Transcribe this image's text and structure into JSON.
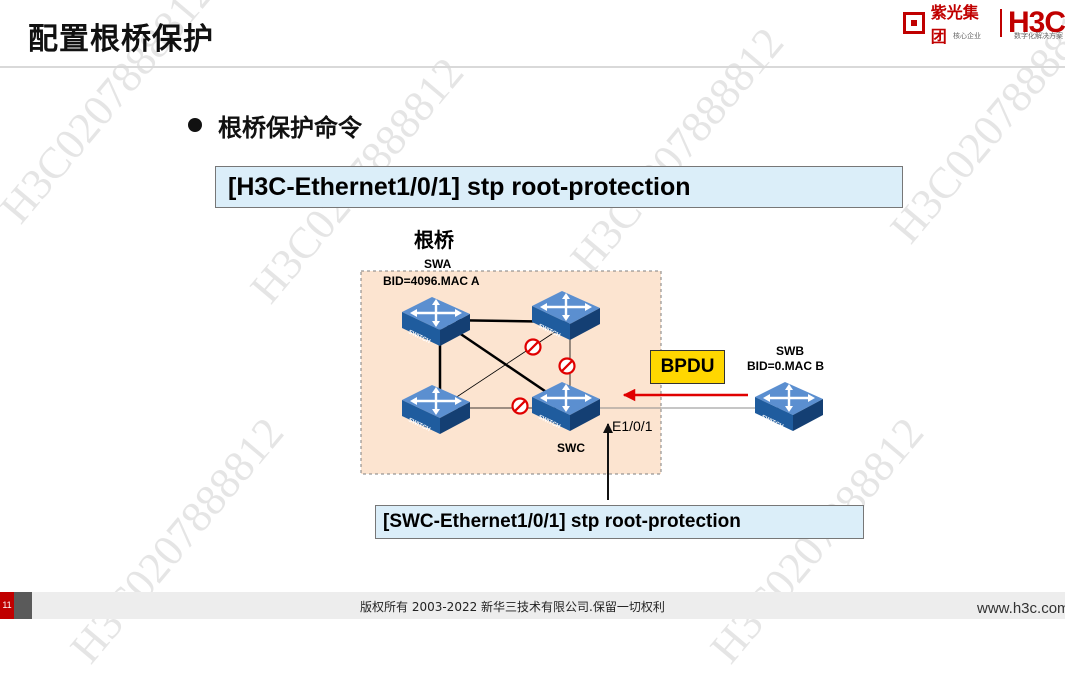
{
  "page": {
    "title": "配置根桥保护",
    "bullet": "根桥保护命令",
    "command_top": "[H3C-Ethernet1/0/1] stp root-protection",
    "command_bottom": "[SWC-Ethernet1/0/1] stp root-protection"
  },
  "logo": {
    "company": "紫光集团",
    "company_sub": "核心企业",
    "brand": "H3C",
    "brand_sub": "数字化解决方案"
  },
  "diagram": {
    "root_label": "根桥",
    "swa": {
      "name": "SWA",
      "bid": "BID=4096.MAC A"
    },
    "swb": {
      "name": "SWB",
      "bid": "BID=0.MAC B"
    },
    "swc": {
      "name": "SWC"
    },
    "port": "E1/0/1",
    "bpdu": "BPDU",
    "switch_icon_text": "SWITCH"
  },
  "footer": {
    "page_number": "11",
    "copyright": "版权所有 2003-2022 新华三技术有限公司.保留一切权利",
    "website": "www.h3c.com"
  },
  "watermark": "H3C0207888812",
  "colors": {
    "accent_red": "#c00000",
    "command_bg": "#dbeef9",
    "bpdu_bg": "#ffd700",
    "root_area_bg": "#fce4d0",
    "switch_blue": "#1f5c9e"
  }
}
